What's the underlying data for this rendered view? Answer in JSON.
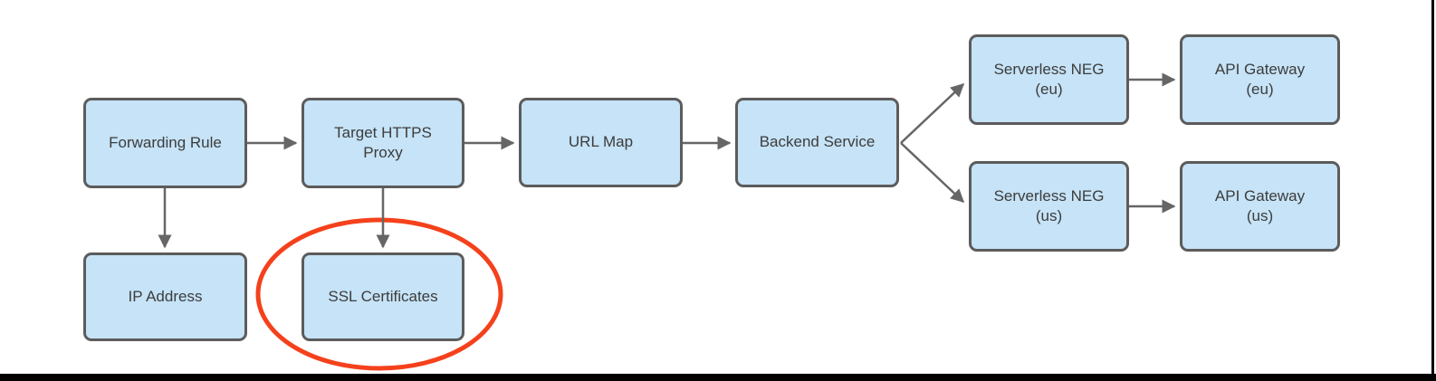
{
  "diagram": {
    "nodes": {
      "forwarding_rule": {
        "label": "Forwarding Rule"
      },
      "target_https_proxy": {
        "label": "Target HTTPS Proxy"
      },
      "url_map": {
        "label": "URL Map"
      },
      "backend_service": {
        "label": "Backend Service"
      },
      "serverless_neg_eu": {
        "label": "Serverless NEG (eu)"
      },
      "api_gateway_eu": {
        "label": "API Gateway (eu)"
      },
      "serverless_neg_us": {
        "label": "Serverless NEG (us)"
      },
      "api_gateway_us": {
        "label": "API Gateway (us)"
      },
      "ip_address": {
        "label": "IP Address"
      },
      "ssl_certificates": {
        "label": "SSL Certificates"
      }
    },
    "edges": [
      {
        "from": "Forwarding Rule",
        "to": "Target HTTPS Proxy",
        "direction": "right"
      },
      {
        "from": "Target HTTPS Proxy",
        "to": "URL Map",
        "direction": "right"
      },
      {
        "from": "URL Map",
        "to": "Backend Service",
        "direction": "right"
      },
      {
        "from": "Backend Service",
        "to": "Serverless NEG (eu)",
        "direction": "up-right"
      },
      {
        "from": "Backend Service",
        "to": "Serverless NEG (us)",
        "direction": "down-right"
      },
      {
        "from": "Serverless NEG (eu)",
        "to": "API Gateway (eu)",
        "direction": "right"
      },
      {
        "from": "Serverless NEG (us)",
        "to": "API Gateway (us)",
        "direction": "right"
      },
      {
        "from": "Forwarding Rule",
        "to": "IP Address",
        "direction": "down"
      },
      {
        "from": "Target HTTPS Proxy",
        "to": "SSL Certificates",
        "direction": "down"
      }
    ],
    "annotations": [
      {
        "type": "ellipse-highlight",
        "around": "SSL Certificates",
        "color": "#f4411c"
      }
    ],
    "colors": {
      "node_fill": "#c6e3f7",
      "node_border": "#5c5c5c",
      "node_text": "#3c3c3c",
      "arrow": "#666666",
      "highlight": "#f4411c",
      "frame": "#000000"
    }
  }
}
